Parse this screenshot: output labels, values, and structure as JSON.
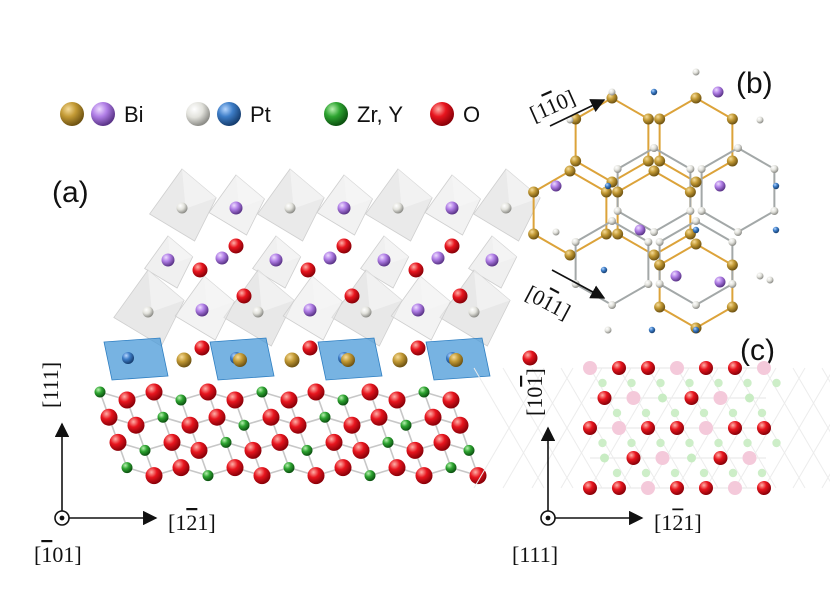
{
  "panels": {
    "a": "(a)",
    "b": "(b)",
    "c": "(c)"
  },
  "legend": [
    {
      "label": "Bi",
      "colors": [
        "#c39a35",
        "#b07ee6"
      ],
      "icon": "sphere-icon"
    },
    {
      "label": "Pt",
      "colors": [
        "#e2e2dc",
        "#3e7ec8"
      ],
      "icon": "sphere-icon"
    },
    {
      "label": "Zr, Y",
      "colors": [
        "#2ea531"
      ],
      "icon": "sphere-icon"
    },
    {
      "label": "O",
      "colors": [
        "#e8151e"
      ],
      "icon": "sphere-icon"
    }
  ],
  "axes": {
    "a_vertical": "[111]",
    "a_horizontal_pre": "[1",
    "a_horizontal_bar": "2",
    "a_horizontal_post": "1]",
    "a_out_pre": "[",
    "a_out_bar": "1",
    "a_out_post": "01]",
    "b_upper_pre": "[1",
    "b_upper_bar": "1",
    "b_upper_post": "0]",
    "b_lower_pre": "[0",
    "b_lower_bar": "1",
    "b_lower_post": "1]",
    "c_vertical_pre": "[10",
    "c_vertical_bar": "1",
    "c_vertical_post": "]",
    "c_horizontal_pre": "[1",
    "c_horizontal_bar": "2",
    "c_horizontal_post": "1]",
    "c_out": "[111]"
  },
  "colors": {
    "bi_gold": "#c39a35",
    "bi_purple": "#b07ee6",
    "pt_white": "#e2e2dc",
    "pt_blue": "#3e7ec8",
    "zr": "#2ea531",
    "oxygen": "#e8151e",
    "hex_gold": "#dca33a",
    "hex_gray": "#a3a8a8",
    "octa_blue": "#4a9ad8"
  }
}
